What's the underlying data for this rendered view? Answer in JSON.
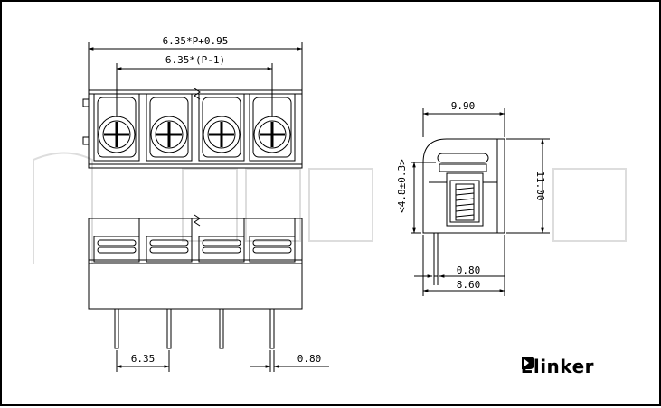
{
  "dimensions": {
    "overall_width": "6.35*P+0.95",
    "pitch_span": "6.35*(P-1)",
    "pitch": "6.35",
    "pin_width_front": "0.80",
    "side_width": "9.90",
    "side_height": "11.00",
    "inner_height": "<4.8±0.3>",
    "pin_width_side": "0.80",
    "base_depth": "8.60"
  },
  "brand": {
    "name": "Elinker"
  },
  "colors": {
    "line": "#000000",
    "watermark": "#dddddd"
  }
}
